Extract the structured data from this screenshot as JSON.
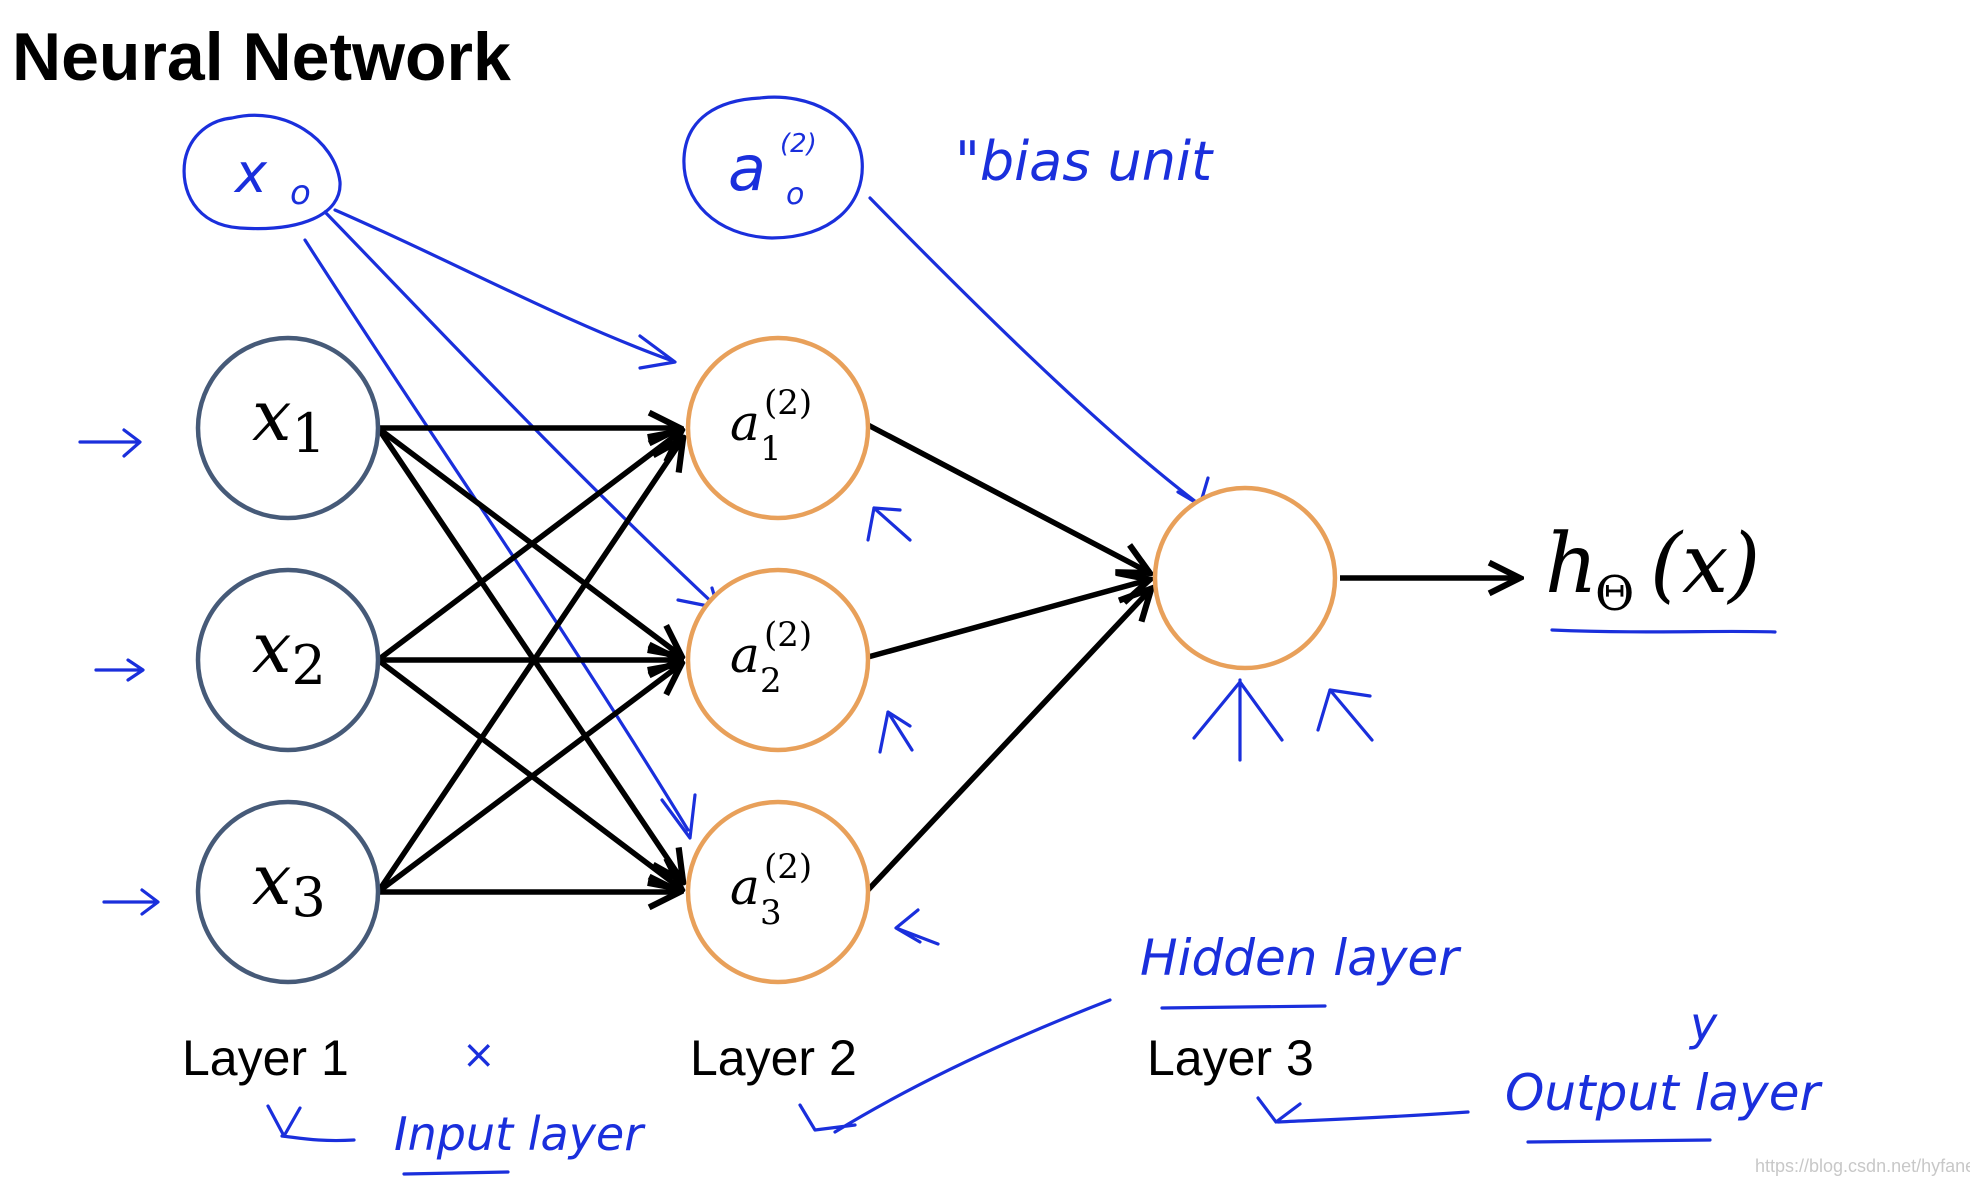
{
  "title": "Neural Network",
  "layers": [
    {
      "label": "Layer 1"
    },
    {
      "label": "Layer 2"
    },
    {
      "label": "Layer 3"
    }
  ],
  "input_nodes": [
    {
      "var": "x",
      "sub": "1"
    },
    {
      "var": "x",
      "sub": "2"
    },
    {
      "var": "x",
      "sub": "3"
    }
  ],
  "hidden_nodes": [
    {
      "var": "a",
      "sub": "1",
      "sup": "(2)"
    },
    {
      "var": "a",
      "sub": "2",
      "sup": "(2)"
    },
    {
      "var": "a",
      "sub": "3",
      "sup": "(2)"
    }
  ],
  "output": {
    "h": "h",
    "theta": "Θ",
    "arg": "(x)"
  },
  "annotations": {
    "x0": {
      "var": "x",
      "sub": "o"
    },
    "a0": {
      "var": "a",
      "sub": "o",
      "sup": "(2)"
    },
    "bias_unit": "\"bias unit",
    "hidden_layer": "Hidden layer",
    "input_layer": "Input layer",
    "output_layer": "Output layer",
    "layer1_mark": "×",
    "output_y": "y"
  },
  "watermark": "https://blog.csdn.net/hyfanel",
  "colors": {
    "ink": "#1a2fdc",
    "input_stroke": "#465a78",
    "hidden_stroke": "#e8a05a",
    "edge": "#000000"
  }
}
